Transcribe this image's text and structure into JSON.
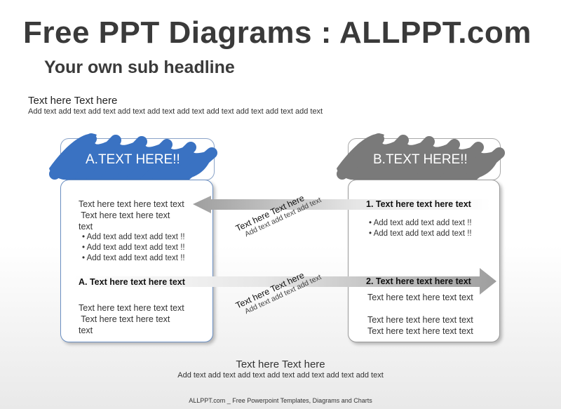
{
  "header": {
    "title": "Free PPT Diagrams : ALLPPT.com",
    "subtitle": "Your own sub headline"
  },
  "intro": {
    "heading": "Text here Text here",
    "body": "Add text add text add text add text add text add text add text add text add text add text"
  },
  "panel_a": {
    "heading": "A.TEXT HERE!!",
    "para1_line1": "Text here text here text text",
    "para1_line2": " Text here text here text",
    "para1_line3": "text",
    "bullets": [
      "• Add text add text add text !!",
      "• Add text add text add text !!",
      "• Add text add text add text !!"
    ],
    "bold_label": "A. Text here text here text",
    "para2_line1": "Text here text here text text",
    "para2_line2": " Text here text here text",
    "para2_line3": "text"
  },
  "panel_b": {
    "heading": "B.TEXT HERE!!",
    "label1": "1. Text here text here text",
    "bullets": [
      "• Add text add text add text !!",
      "• Add text add text add text !!"
    ],
    "label2": "2. Text here text here text",
    "line1": "Text here text here text text",
    "line2": "Text here text here text text",
    "line3": "Text here text here text text"
  },
  "arrow_top": {
    "line1": "Text here Text here",
    "line2": "Add text add text add text"
  },
  "arrow_bottom": {
    "line1": "Text here Text here",
    "line2": "Add text add text add text"
  },
  "closing": {
    "heading": "Text here Text here",
    "body": "Add text add text add text add text add text add text add text"
  },
  "footer": "ALLPPT.com _ Free Powerpoint Templates, Diagrams and Charts",
  "colors": {
    "accent_a": "#3a72c2",
    "accent_b": "#7a7a7a",
    "arrow": "#a9a9a9"
  }
}
